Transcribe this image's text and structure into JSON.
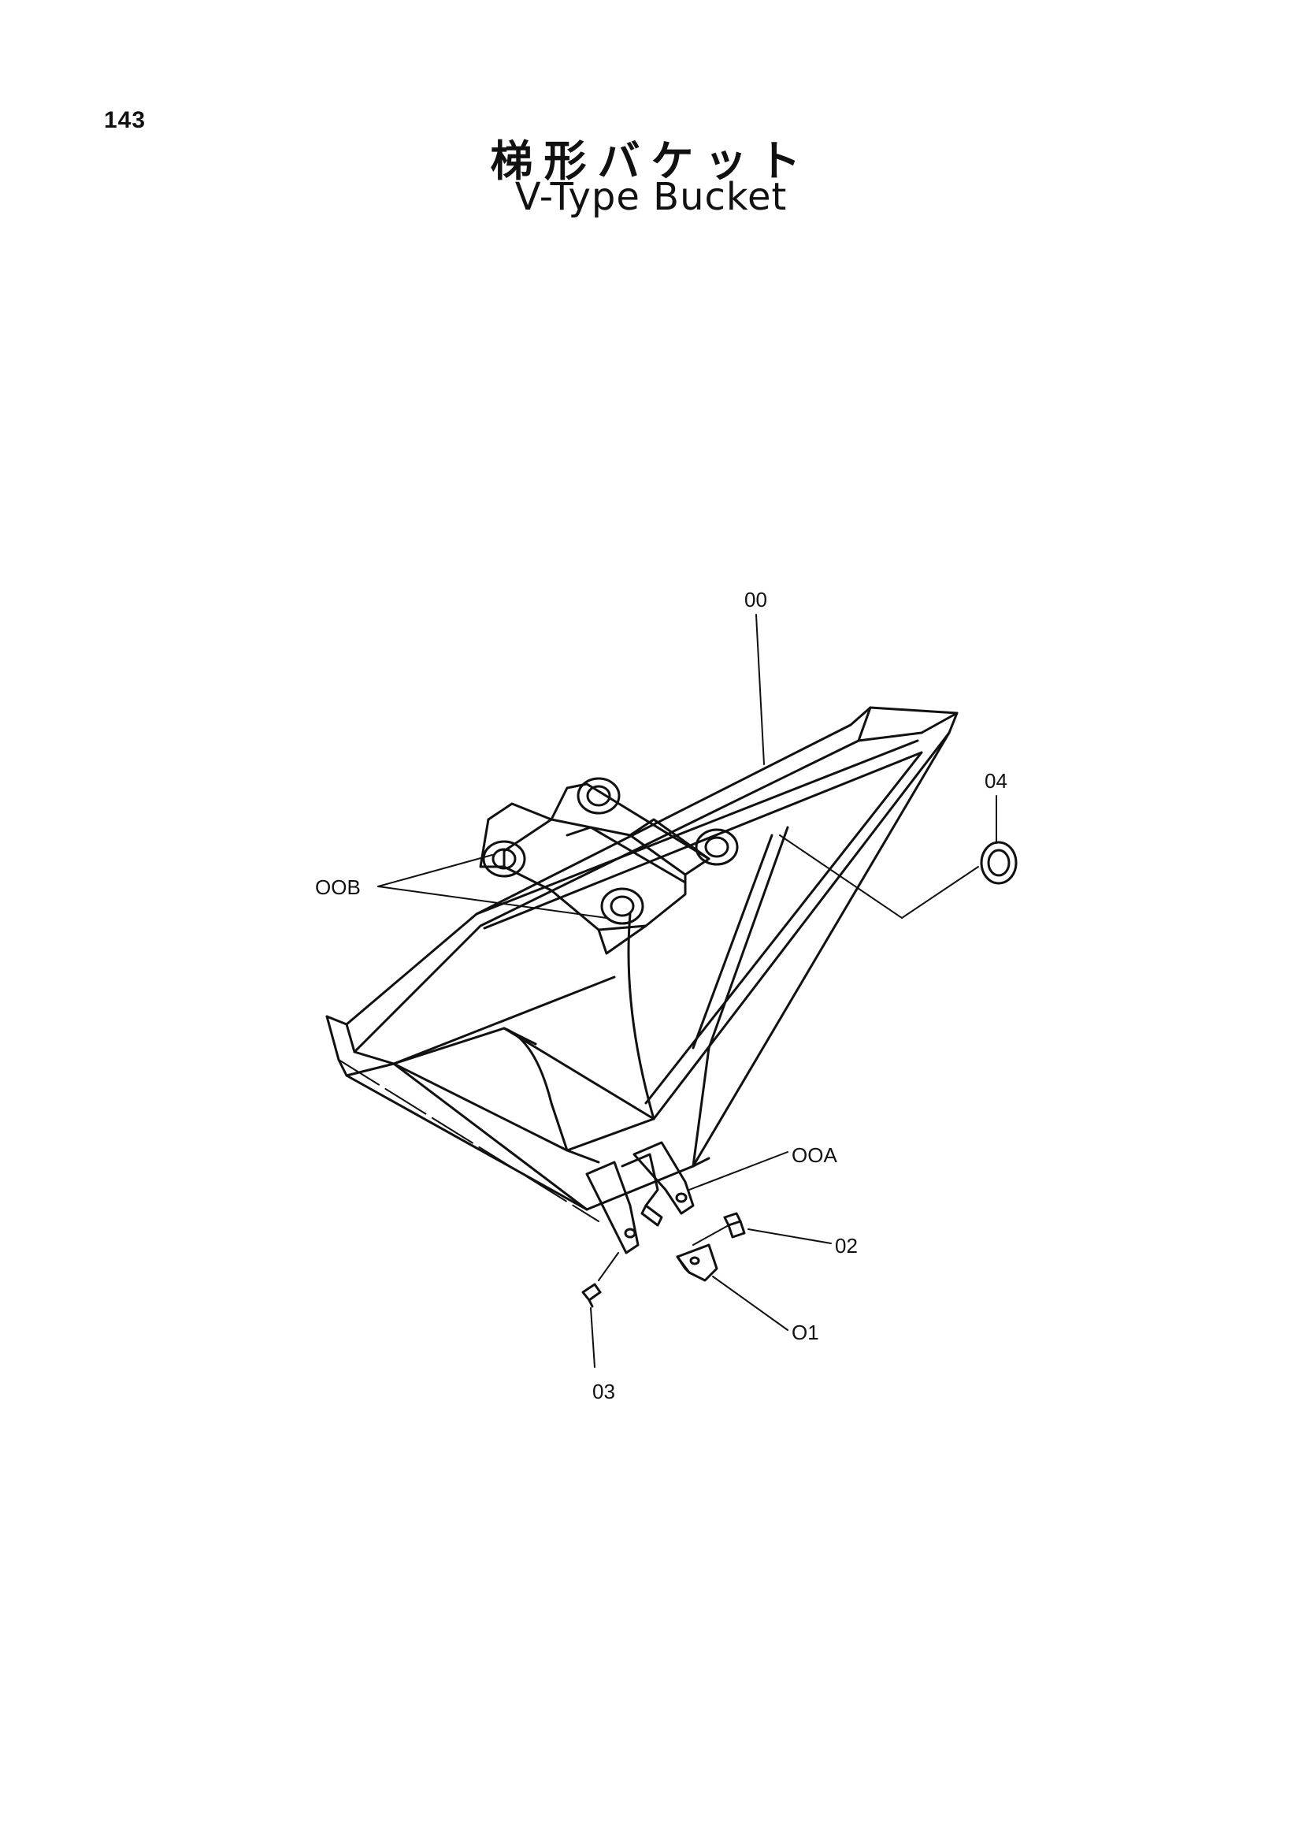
{
  "page": {
    "number": "143"
  },
  "title": {
    "japanese": "梯形バケット",
    "english": "V-Type Bucket"
  },
  "callouts": [
    {
      "id": "00",
      "label": "00"
    },
    {
      "id": "04",
      "label": "04"
    },
    {
      "id": "00B",
      "label": "OOB"
    },
    {
      "id": "00A",
      "label": "OOA"
    },
    {
      "id": "02",
      "label": "02"
    },
    {
      "id": "01",
      "label": "O1"
    },
    {
      "id": "03",
      "label": "03"
    }
  ]
}
